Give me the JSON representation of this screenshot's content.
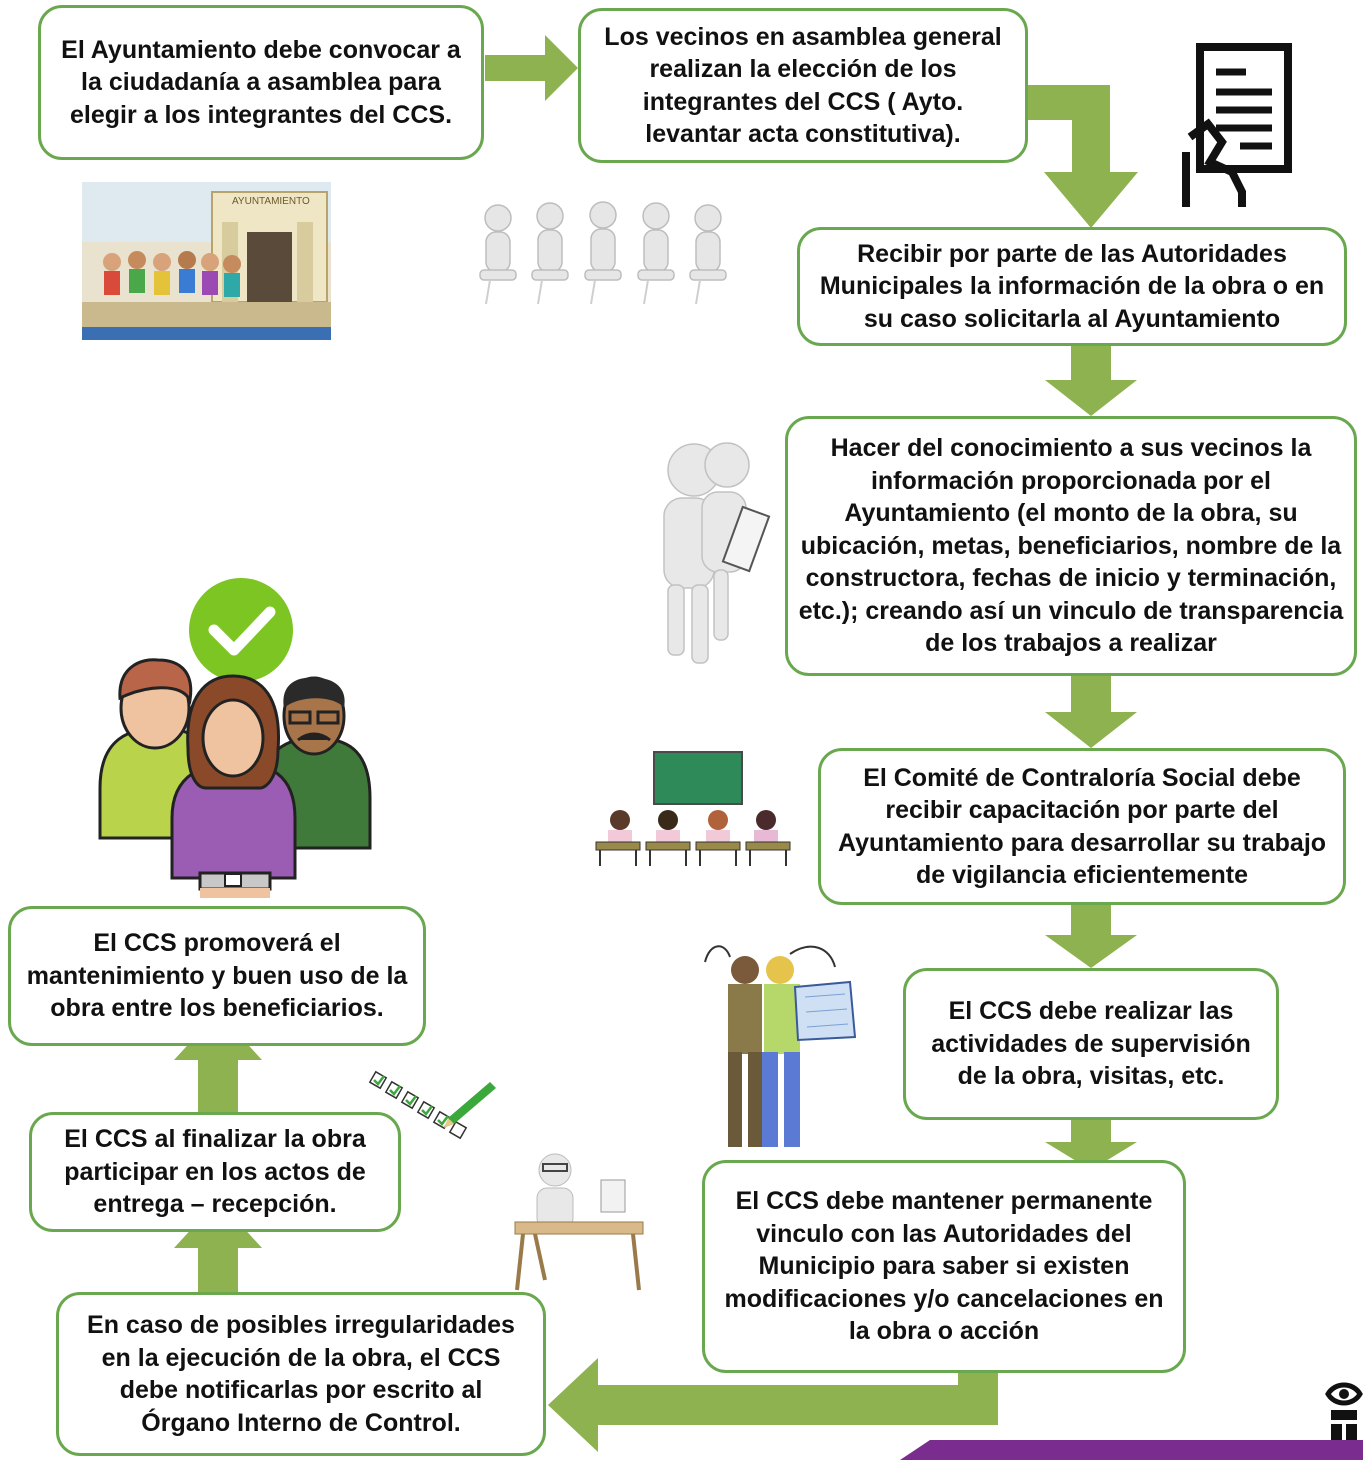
{
  "colors": {
    "arrow": "#8db24f",
    "border": "#6aa84f",
    "check": "#7cc522",
    "bar": "#7a2d8f"
  },
  "steps": {
    "s1": "El Ayuntamiento debe convocar a la ciudadanía a asamblea para elegir a los integrantes del CCS.",
    "s2": "Los vecinos en asamblea general realizan la elección de los integrantes del CCS ( Ayto. levantar acta constitutiva).",
    "s3": "Recibir por parte de las Autoridades Municipales la información de la obra o en su caso solicitarla al Ayuntamiento",
    "s4": "Hacer del conocimiento a sus vecinos la información proporcionada por el Ayuntamiento (el monto de la obra, su ubicación, metas, beneficiarios, nombre de la constructora, fechas de inicio y terminación, etc.); creando así un vinculo de transparencia de los trabajos a realizar",
    "s5": "El Comité de Contraloría Social debe recibir capacitación por  parte del Ayuntamiento para desarrollar su trabajo de vigilancia eficientemente",
    "s6": "El CCS debe realizar las actividades de supervisión de la obra, visitas, etc.",
    "s7": "El CCS debe mantener permanente vinculo con las Autoridades del Municipio para saber si existen modificaciones y/o cancelaciones en la obra o acción",
    "s8": "En caso de posibles irregularidades en la ejecución de la obra, el CCS debe notificarlas por escrito al Órgano Interno de Control.",
    "s9": "El CCS  al finalizar la obra participar en los actos de entrega – recepción.",
    "s10": "El CCS promoverá el mantenimiento y buen uso  de la obra entre los beneficiarios."
  },
  "illustrations": {
    "town_hall_sign": "AYUNTAMIENTO"
  }
}
